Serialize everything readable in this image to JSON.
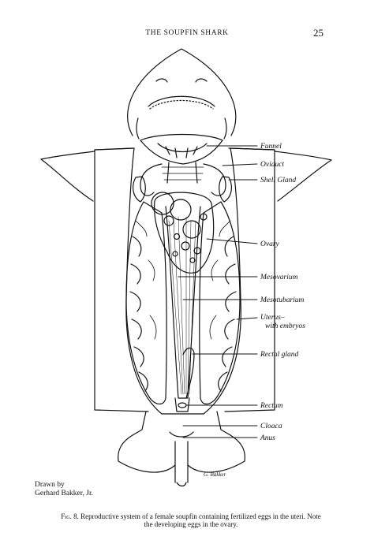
{
  "header": {
    "running_title": "THE SOUPFIN SHARK",
    "page_number": "25"
  },
  "figure": {
    "labels": {
      "funnel": "Funnel",
      "oviduct": "Oviduct",
      "shell_gland": "Shell Gland",
      "ovary": "Ovary",
      "mesovarium": "Mesovarium",
      "mesotubarium": "Mesotubarium",
      "uterus_line1": "Uterus–",
      "uterus_line2": "with embryos",
      "rectal_gland": "Rectal gland",
      "rectum": "Rectum",
      "cloaca": "Cloaca",
      "anus": "Anus"
    },
    "signature": "G. Bakker"
  },
  "credit": {
    "line1": "Drawn by",
    "line2": "Gerhard Bakker, Jr."
  },
  "caption": {
    "lead": "Fig. 8.",
    "text": "Reproductive system of a female soupfin containing fertilized eggs in the uteri. Note the developing eggs in the ovary."
  }
}
